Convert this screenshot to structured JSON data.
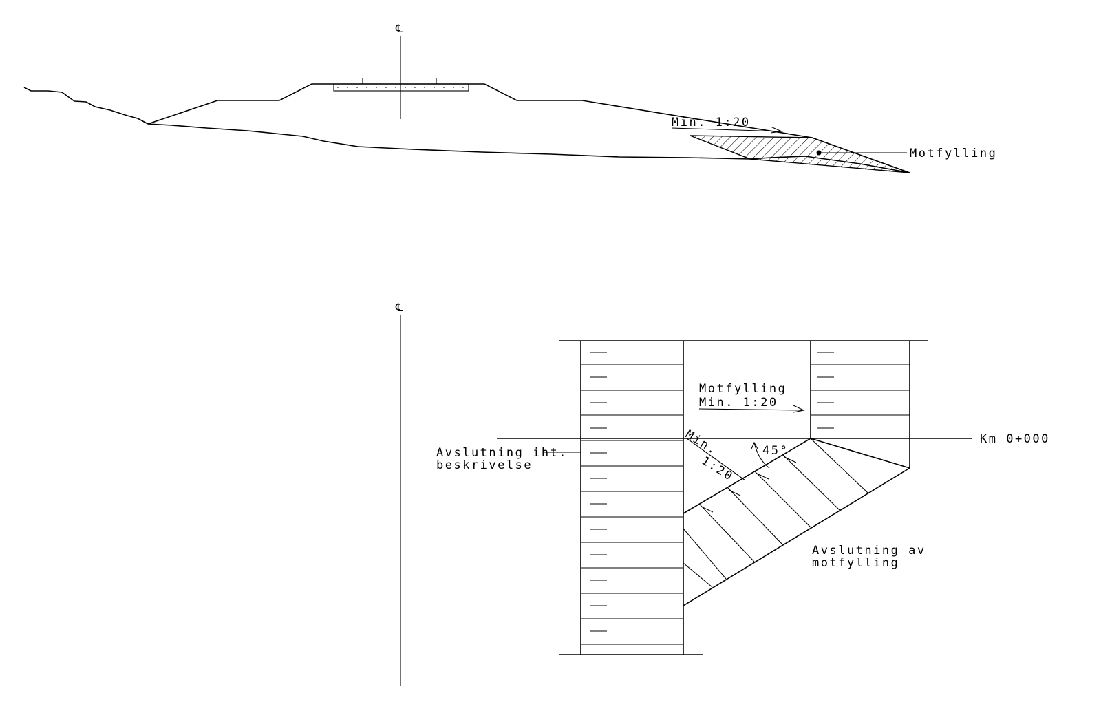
{
  "cross_section": {
    "centerline_symbol": "℄",
    "slope_label": "Min. 1:20",
    "counterfill_label": "Motfylling"
  },
  "plan_view": {
    "centerline_symbol": "℄",
    "counterfill_label": "Motfylling",
    "slope_label_a": "Min. 1:20",
    "slope_label_b_prefix": "Min.",
    "slope_label_b_ratio": "1:20",
    "angle_label": "45°",
    "station_label": "Km 0+000",
    "left_note_line1": "Avslutning iht.",
    "left_note_line2": "beskrivelse",
    "right_note_line1": "Avslutning av",
    "right_note_line2": "motfylling"
  },
  "colors": {
    "line": "#000000",
    "background": "#ffffff"
  }
}
